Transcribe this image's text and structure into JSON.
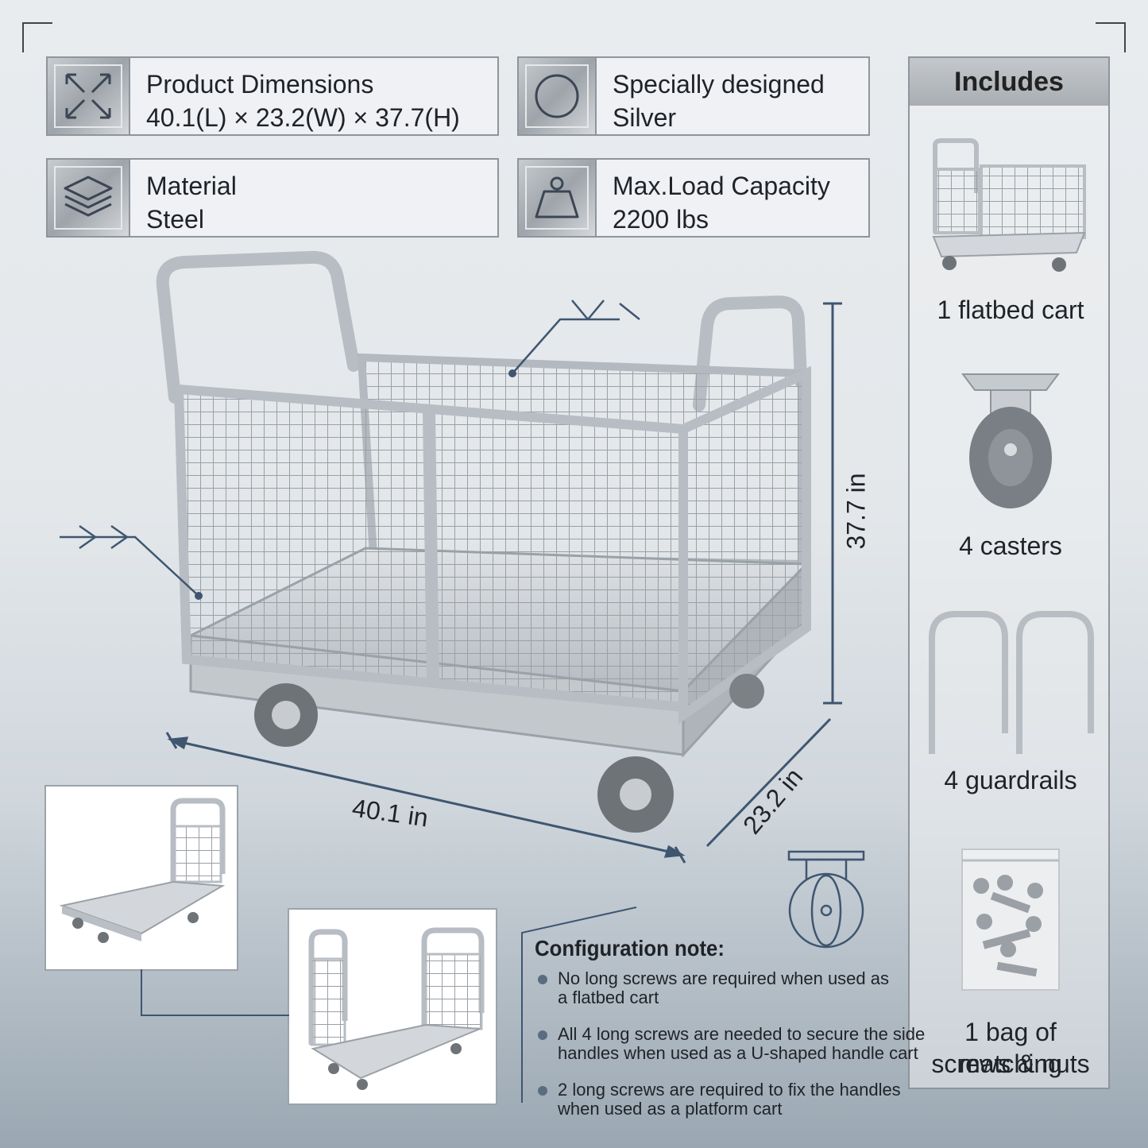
{
  "specs": {
    "dimensions": {
      "title": "Product Dimensions",
      "value": "40.1(L) × 23.2(W) × 37.7(H)",
      "icon": "expand-arrows-icon"
    },
    "color": {
      "title": "Specially designed",
      "value": "Silver",
      "icon": "circle-icon"
    },
    "material": {
      "title": "Material",
      "value": "Steel",
      "icon": "layers-icon"
    },
    "load": {
      "title": "Max.Load Capacity",
      "value": "2200 lbs",
      "icon": "weight-icon"
    }
  },
  "includes": {
    "heading": "Includes",
    "items": [
      {
        "label": "1 flatbed cart",
        "icon": "flatbed-cart-icon"
      },
      {
        "label": "4 casters",
        "icon": "caster-wheel-icon"
      },
      {
        "label": "4 guardrails",
        "icon": "guardrail-icon"
      },
      {
        "label_line1": "1 bag of matching",
        "label_line2": "screws & nuts",
        "icon": "screw-bag-icon"
      }
    ]
  },
  "dimensions": {
    "length": "40.1 in",
    "width": "23.2 in",
    "height": "37.7 in"
  },
  "config": {
    "title": "Configuration note:",
    "items": [
      {
        "line1": "No long screws are required when used as",
        "line2": "a flatbed cart"
      },
      {
        "line1": "All 4 long screws are needed to secure the side",
        "line2": "handles when used as a U-shaped handle cart"
      },
      {
        "line1": "2 long screws are required to fix the handles",
        "line2": "when used as a platform cart"
      }
    ]
  },
  "colors": {
    "steel": "#c9cdd1",
    "accent": "#3f5670",
    "border": "#8e959b"
  }
}
